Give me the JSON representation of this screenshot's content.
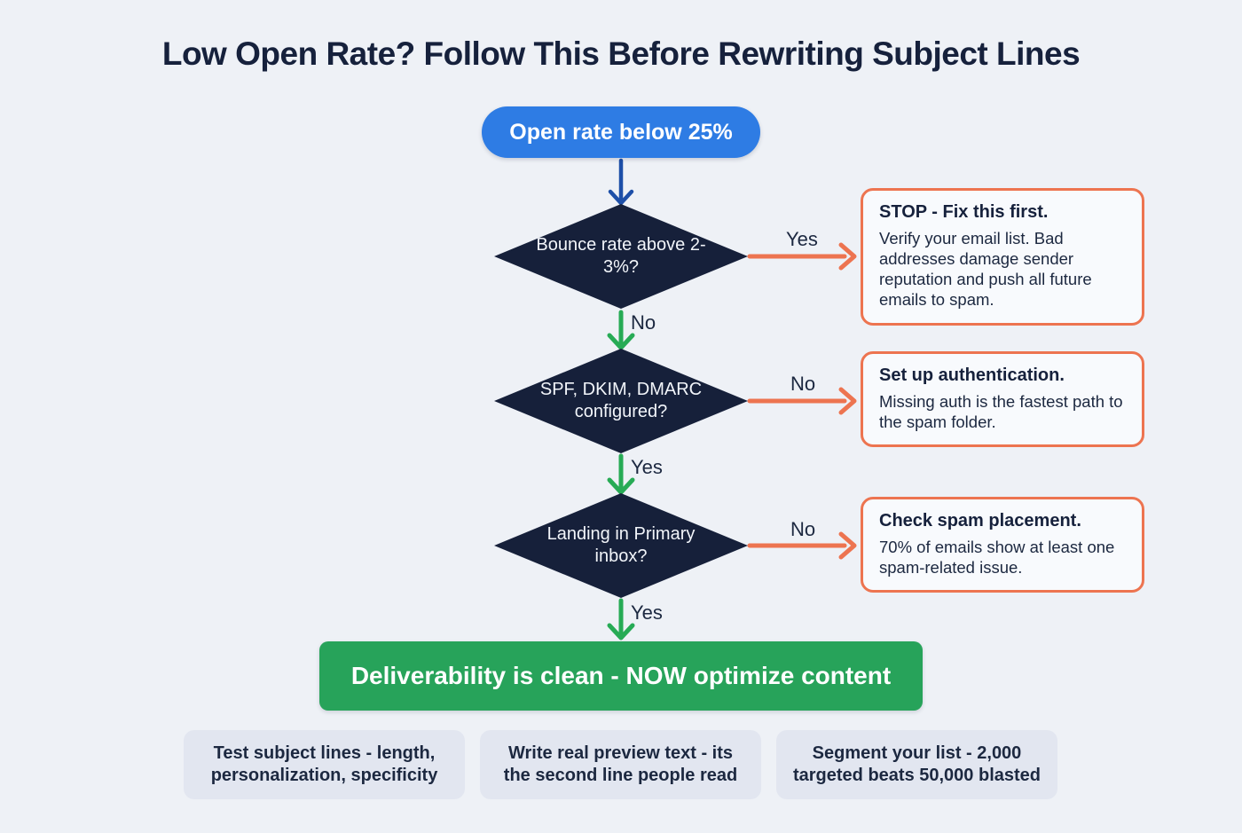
{
  "title": "Low Open Rate? Follow This Before Rewriting Subject Lines",
  "flow": {
    "start_label": "Open rate below 25%",
    "decisions": [
      {
        "question": "Bounce rate above 2-3%?",
        "right_label": "Yes",
        "down_label": "No",
        "callout": {
          "title": "STOP - Fix this first.",
          "body": "Verify your email list. Bad addresses damage sender reputation and push all future emails to spam."
        }
      },
      {
        "question": "SPF, DKIM, DMARC configured?",
        "right_label": "No",
        "down_label": "Yes",
        "callout": {
          "title": "Set up authentication.",
          "body": "Missing auth is the fastest path to the spam folder."
        }
      },
      {
        "question": "Landing in Primary inbox?",
        "right_label": "No",
        "down_label": "Yes",
        "callout": {
          "title": "Check spam placement.",
          "body": "70% of emails show at least one spam-related issue."
        }
      }
    ],
    "success_label": "Deliverability is clean - NOW optimize content",
    "tips": [
      "Test subject lines - length, personalization, specificity",
      "Write real preview text - its the second line people read",
      "Segment your list - 2,000 targeted beats 50,000 blasted"
    ]
  },
  "colors": {
    "background": "#eef1f6",
    "title_text": "#16213c",
    "start_pill": "#2e7ce4",
    "start_arrow": "#1d4fa8",
    "diamond": "#16203a",
    "yes_path_green": "#27ab55",
    "no_path_orange": "#ed7450",
    "callout_border": "#ed7450",
    "callout_bg": "#f8fafd",
    "success_green": "#27a35a",
    "tip_bg": "#e2e6f0",
    "body_text": "#1c2840"
  }
}
